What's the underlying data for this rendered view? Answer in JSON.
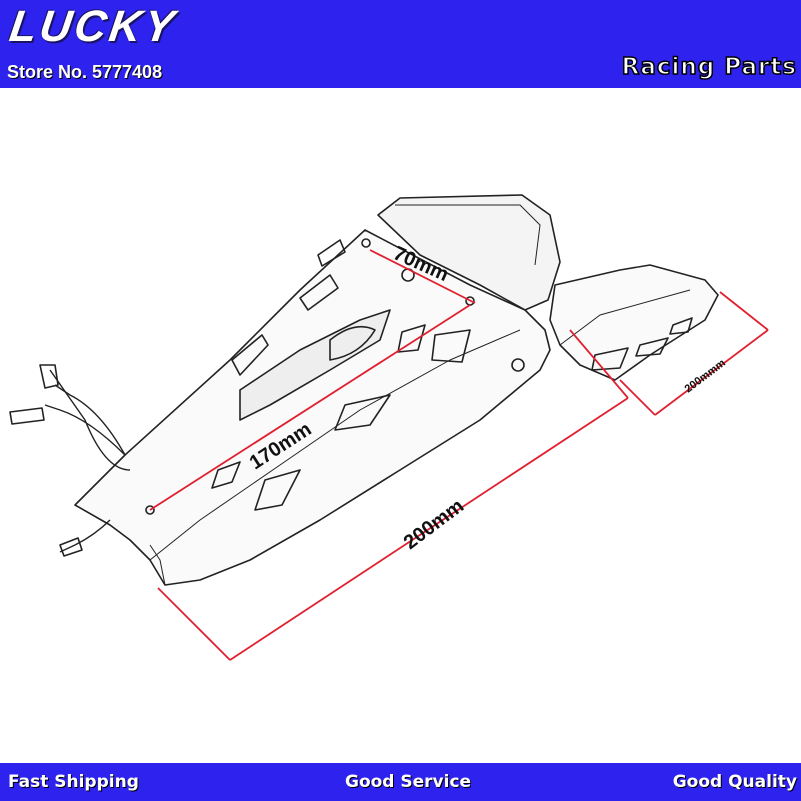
{
  "header": {
    "brand": "LUCKY",
    "store_no": "Store No. 5777408",
    "category": "Racing Parts"
  },
  "dimensions": {
    "label_70": "70mm",
    "label_170": "170mm",
    "label_200": "200mm",
    "label_200_side": "200mmm"
  },
  "footer": {
    "left": "Fast Shipping",
    "center": "Good Service",
    "right": "Good Quality"
  },
  "colors": {
    "bar_blue": "#2d22ee",
    "dimension_red": "#e02030"
  }
}
